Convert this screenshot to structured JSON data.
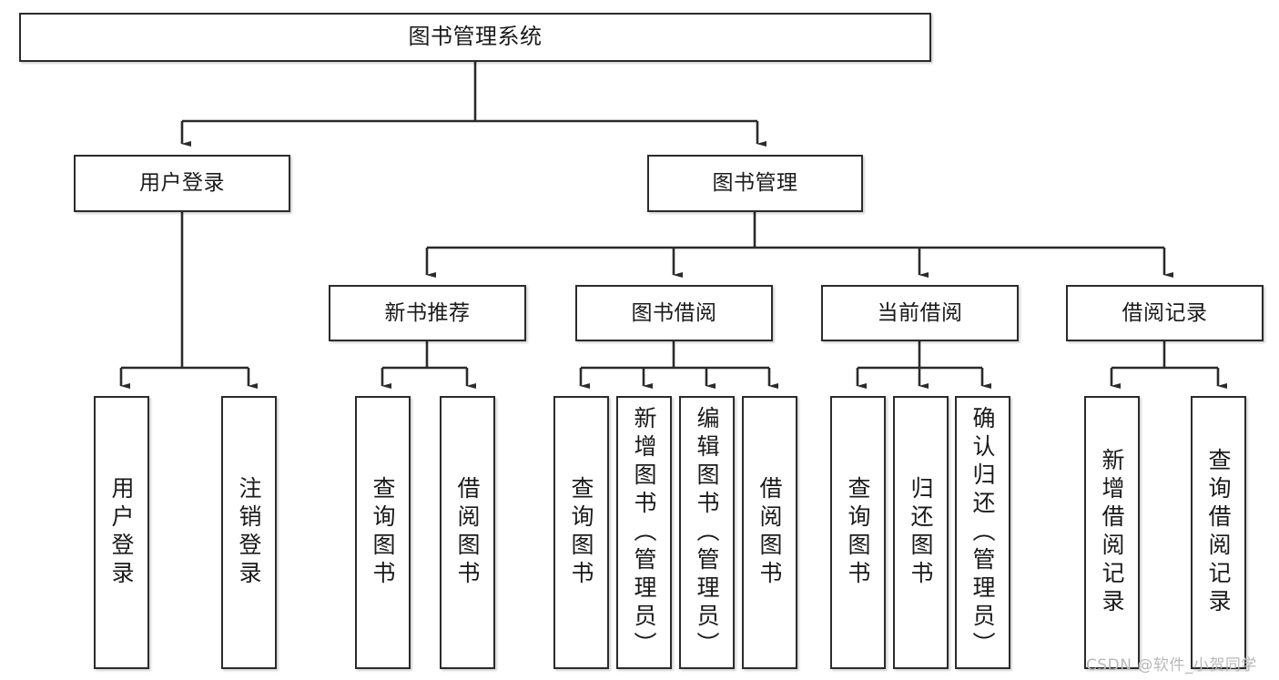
{
  "diagram": {
    "type": "tree-hierarchy-chart",
    "title": "图书管理系统",
    "orientation": "top-down",
    "colors": {
      "box_border": "#2b2b2b",
      "box_fill": "#ffffff",
      "edge": "#2b2b2b",
      "text": "#1a1a1a",
      "watermark": "#b9b9b9",
      "background": "#ffffff"
    },
    "nodes": {
      "root": {
        "label": "图书管理系统"
      },
      "level2": [
        {
          "label": "用户登录"
        },
        {
          "label": "图书管理"
        }
      ],
      "level3": [
        {
          "label": "新书推荐"
        },
        {
          "label": "图书借阅"
        },
        {
          "label": "当前借阅"
        },
        {
          "label": "借阅记录"
        }
      ],
      "leaves": {
        "user_login": [
          {
            "label": "用户登录"
          },
          {
            "label": "注销登录"
          }
        ],
        "new_book": [
          {
            "label": "查询图书"
          },
          {
            "label": "借阅图书"
          }
        ],
        "book_borrow": [
          {
            "label": "查询图书"
          },
          {
            "label": "新增图书（管理员）"
          },
          {
            "label": "编辑图书（管理员）"
          },
          {
            "label": "借阅图书"
          }
        ],
        "current_borrow": [
          {
            "label": "查询图书"
          },
          {
            "label": "归还图书"
          },
          {
            "label": "确认归还（管理员）"
          }
        ],
        "borrow_record": [
          {
            "label": "新增借阅记录"
          },
          {
            "label": "查询借阅记录"
          }
        ]
      }
    },
    "watermark": "CSDN @软件_小贺同学"
  }
}
